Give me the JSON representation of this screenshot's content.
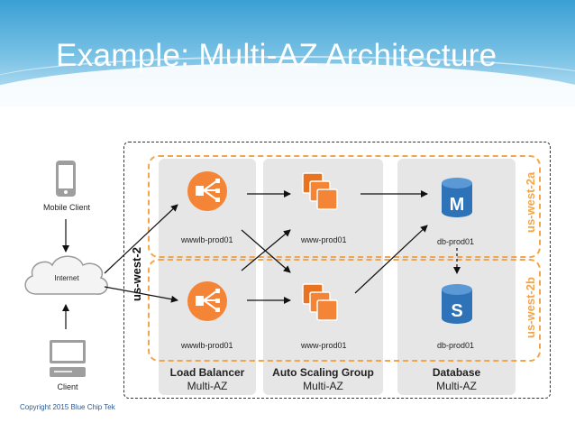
{
  "slide": {
    "title": "Example: Multi-AZ Architecture",
    "copyright": "Copyright 2015 Blue Chip Tek"
  },
  "clients": {
    "mobile_label": "Mobile Client",
    "internet_label": "Internet",
    "client_label": "Client"
  },
  "region": {
    "label": "us-west-2"
  },
  "zones": {
    "a": "us-west-2a",
    "b": "us-west-2b"
  },
  "columns": {
    "lb": {
      "title": "Load Balancer",
      "subtitle": "Multi-AZ"
    },
    "asg": {
      "title": "Auto Scaling Group",
      "subtitle": "Multi-AZ"
    },
    "db": {
      "title": "Database",
      "subtitle": "Multi-AZ"
    }
  },
  "nodes": {
    "lb_a": "wwwlb-prod01",
    "lb_b": "wwwlb-prod01",
    "web_a": "www-prod01",
    "web_b": "www-prod01",
    "db_a": "db-prod01",
    "db_b": "db-prod01",
    "db_master_letter": "M",
    "db_standby_letter": "S"
  },
  "colors": {
    "accent_orange": "#f2a54a",
    "aws_orange": "#f58536",
    "db_blue": "#2e73b8",
    "header_blue": "#3aa0d4"
  }
}
